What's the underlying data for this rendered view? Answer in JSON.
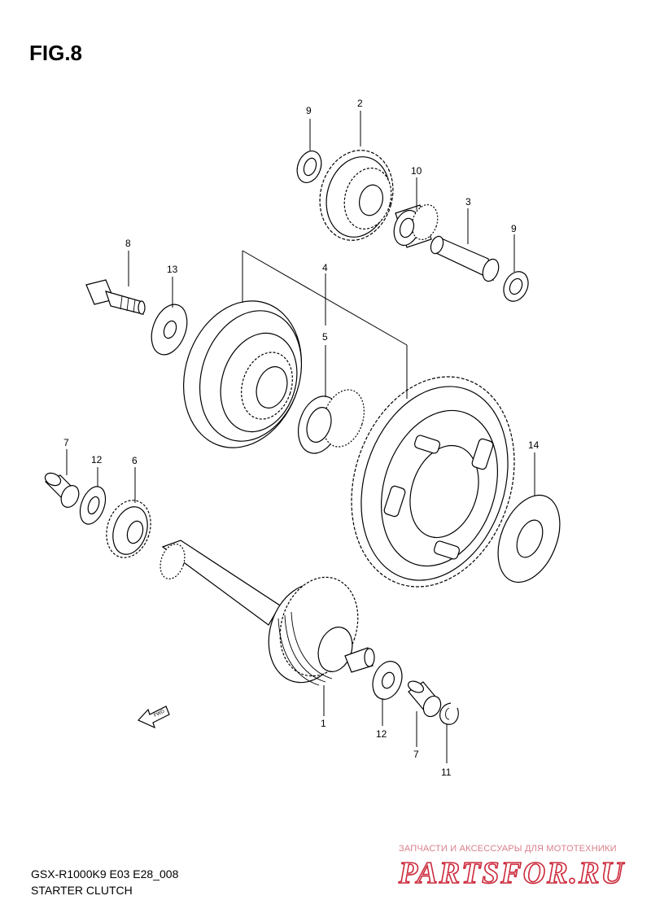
{
  "figure": {
    "title": "FIG.8",
    "model_code": "GSX-R1000K9 E03 E28_008",
    "caption": "STARTER CLUTCH"
  },
  "callouts": [
    {
      "id": "c1",
      "text": "1"
    },
    {
      "id": "c2",
      "text": "2"
    },
    {
      "id": "c3",
      "text": "3"
    },
    {
      "id": "c4",
      "text": "4"
    },
    {
      "id": "c5",
      "text": "5"
    },
    {
      "id": "c6",
      "text": "6"
    },
    {
      "id": "c7a",
      "text": "7"
    },
    {
      "id": "c7b",
      "text": "7"
    },
    {
      "id": "c8",
      "text": "8"
    },
    {
      "id": "c9a",
      "text": "9"
    },
    {
      "id": "c9b",
      "text": "9"
    },
    {
      "id": "c10",
      "text": "10"
    },
    {
      "id": "c11",
      "text": "11"
    },
    {
      "id": "c12a",
      "text": "12"
    },
    {
      "id": "c12b",
      "text": "12"
    },
    {
      "id": "c13",
      "text": "13"
    },
    {
      "id": "c14",
      "text": "14"
    }
  ],
  "arrow": {
    "label": "FWD"
  },
  "watermark": {
    "banner": "ЗАПЧАСТИ И АКСЕССУАРЫ ДЛЯ МОТОТЕХНИКИ",
    "logo": "PARTSFOR.RU"
  }
}
